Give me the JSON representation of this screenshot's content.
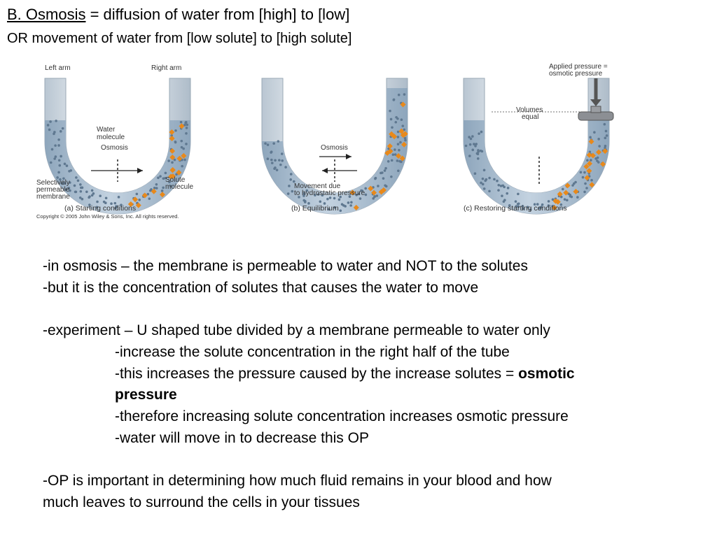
{
  "heading": {
    "term": "B. Osmosis",
    "definition": " = diffusion of water from [high] to [low]",
    "alternate": "OR movement of water from [low solute]  to [high solute]"
  },
  "figure": {
    "panel_a": {
      "left_arm": "Left arm",
      "right_arm": "Right arm",
      "water_molecule": [
        "Water",
        "molecule"
      ],
      "osmosis": "Osmosis",
      "membrane": [
        "Selectively",
        "permeable",
        "membrane"
      ],
      "solute_molecule": [
        "Solute",
        "molecule"
      ],
      "caption": "(a) Starting conditions",
      "copyright": "Copyright © 2005 John Wiley & Sons, Inc.  All rights reserved."
    },
    "panel_b": {
      "osmosis": "Osmosis",
      "movement": [
        "Movement due",
        "to hydrostatic pressure"
      ],
      "caption": "(b) Equilibrium"
    },
    "panel_c": {
      "applied_pressure": [
        "Applied pressure =",
        "osmotic pressure"
      ],
      "volumes_equal": [
        "Volumes",
        "equal"
      ],
      "caption": "(c) Restoring starting conditions"
    },
    "colors": {
      "water": "#a9bfd3",
      "solute": "#e8891b",
      "glass": "#e4eaf0",
      "membrane": "#222222"
    }
  },
  "body": {
    "line1": "-in osmosis – the membrane is permeable to water and NOT to the solutes",
    "line2": "-but it is the concentration of solutes that causes the water to move",
    "line3": "-experiment – U shaped tube divided by a membrane permeable to water only",
    "line4": "-increase the solute concentration in the right half of the tube",
    "line5_prefix": "-this increases the pressure caused by the increase solutes = ",
    "line5_bold": "osmotic",
    "line6_bold": "pressure",
    "line7": "-therefore increasing solute concentration increases osmotic pressure",
    "line8": "-water will move in to decrease this OP",
    "line9": "-OP is important in determining how much fluid remains in your blood and how",
    "line10": "much leaves to surround the cells in your tissues"
  }
}
